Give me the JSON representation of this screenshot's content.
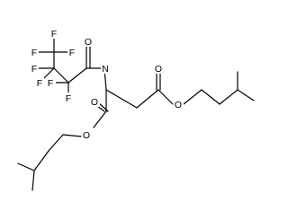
{
  "molecule": {
    "atoms": {
      "f1": "F",
      "f2": "F",
      "f3": "F",
      "f4": "F",
      "f5": "F",
      "f6": "F",
      "f7": "F",
      "o_amide": "O",
      "n_amide": "N",
      "o_ester1_carbonyl": "O",
      "o_ester1_link": "O",
      "o_ester2_carbonyl": "O",
      "o_ester2_link": "O"
    }
  }
}
